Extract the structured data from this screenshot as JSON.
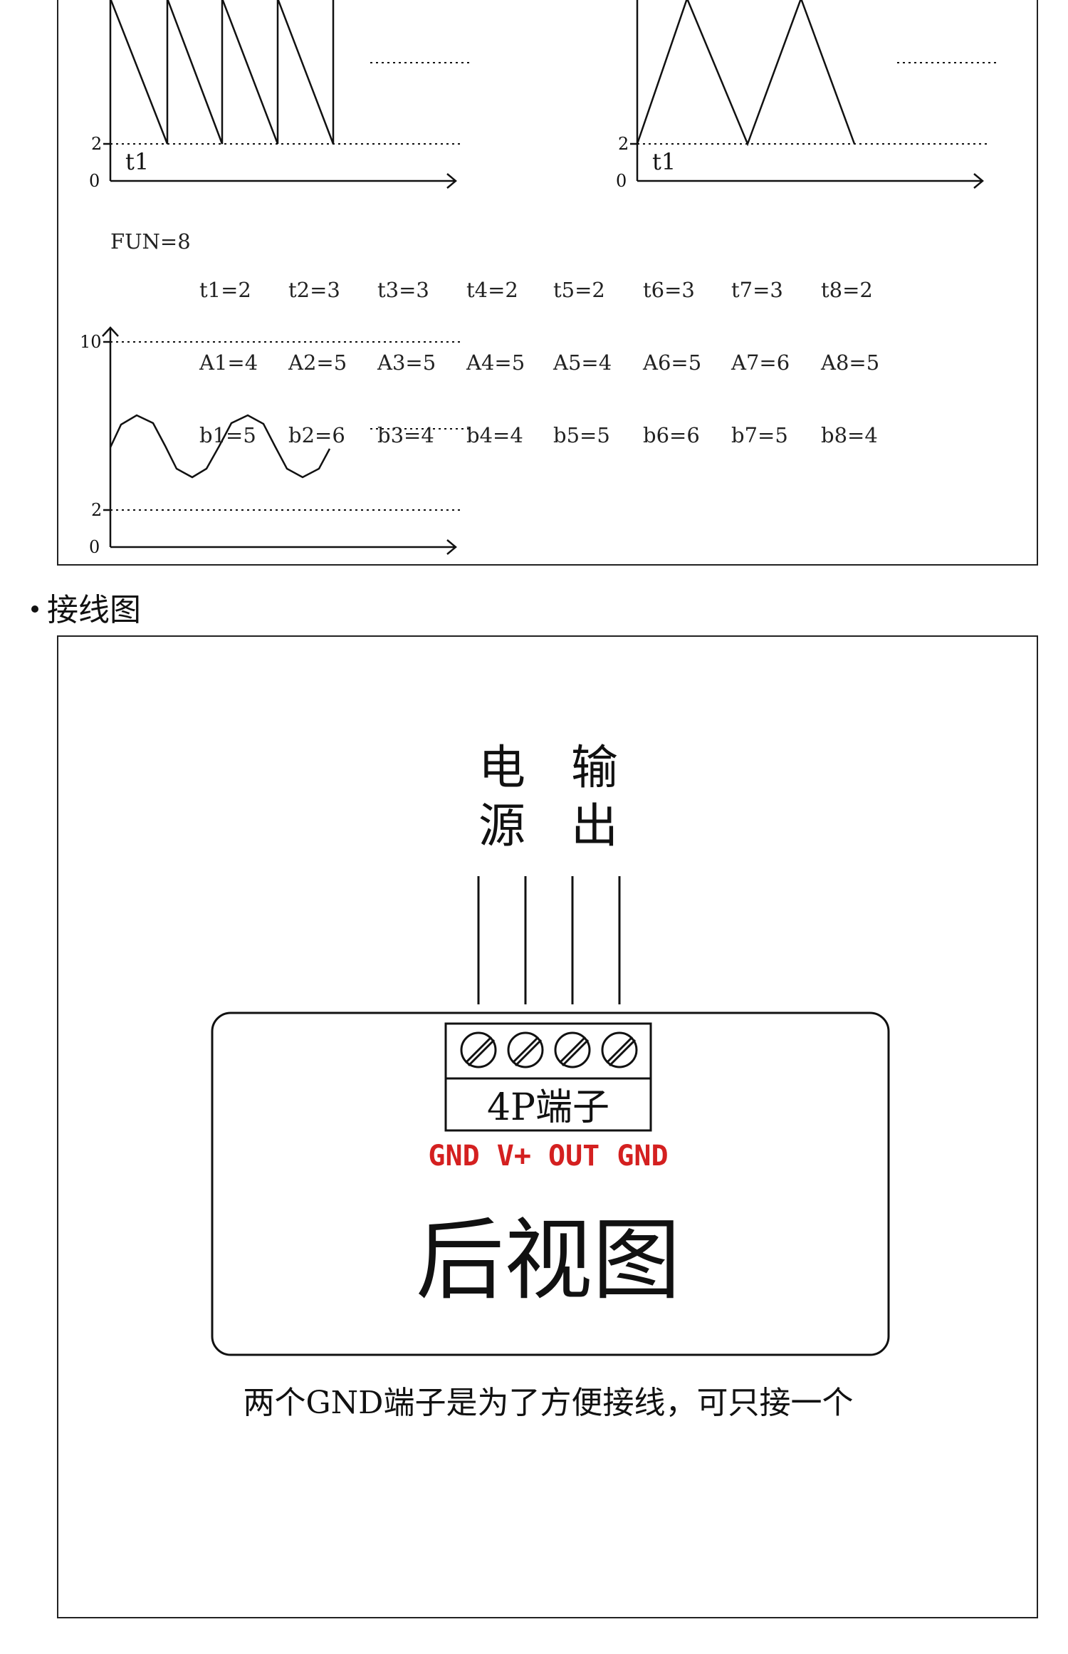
{
  "waveforms": {
    "top_left": {
      "y_ticks": [
        "2",
        "0"
      ],
      "t_label": "t1",
      "dotted": "..........."
    },
    "top_right": {
      "y_ticks": [
        "2",
        "0"
      ],
      "t_label": "t1",
      "dotted": "..........."
    },
    "sine": {
      "y_ticks": [
        "10",
        "2",
        "0"
      ]
    }
  },
  "params": {
    "fun": "FUN=8",
    "columns": [
      [
        "t1=2",
        "A1=4",
        "b1=5"
      ],
      [
        "t2=3",
        "A2=5",
        "b2=6"
      ],
      [
        "t3=3",
        "A3=5",
        "b3=4"
      ],
      [
        "t4=2",
        "A4=5",
        "b4=4"
      ],
      [
        "t5=2",
        "A5=4",
        "b5=5"
      ],
      [
        "t6=3",
        "A6=5",
        "b6=6"
      ],
      [
        "t7=3",
        "A7=6",
        "b7=5"
      ],
      [
        "t8=2",
        "A8=5",
        "b8=4"
      ]
    ]
  },
  "wiring": {
    "heading": "接线图",
    "power_label": [
      "电",
      "源"
    ],
    "output_label": [
      "输",
      "出"
    ],
    "terminal_block": "4P端子",
    "pins": "GND V+ OUT GND",
    "view_label": "后视图",
    "note": "两个GND端子是为了方便接线，可只接一个",
    "pin_color": "#d42020"
  }
}
